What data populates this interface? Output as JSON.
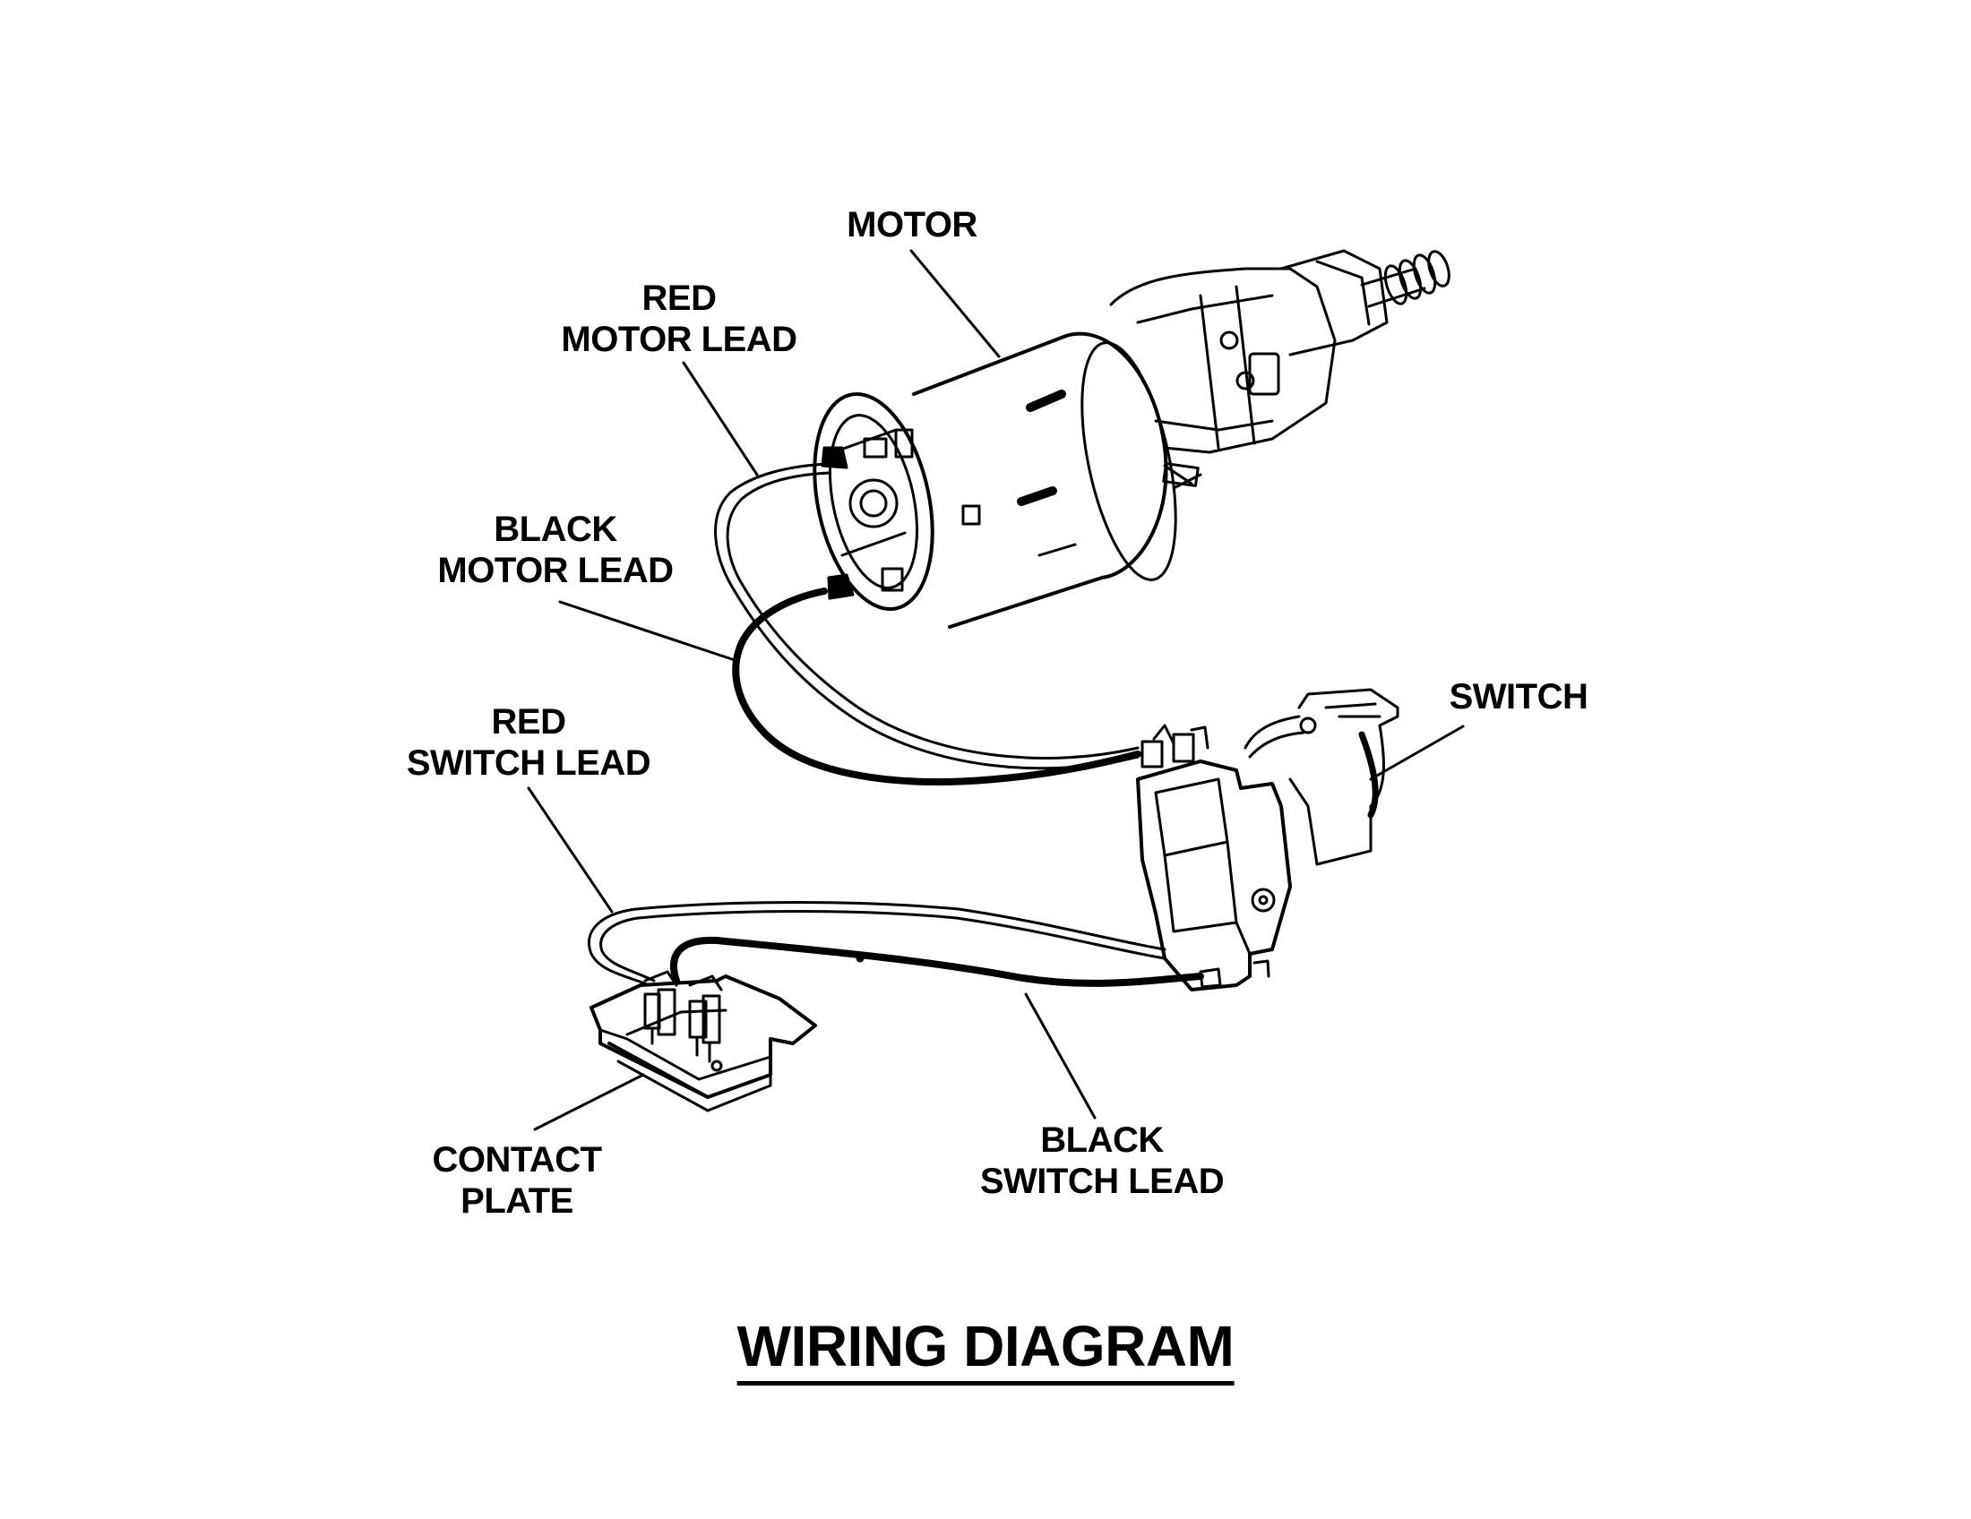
{
  "title": "WIRING DIAGRAM",
  "labels": {
    "motor": [
      "MOTOR"
    ],
    "red_motor_lead": [
      "RED",
      "MOTOR LEAD"
    ],
    "black_motor_lead": [
      "BLACK",
      "MOTOR LEAD"
    ],
    "switch": [
      "SWITCH"
    ],
    "red_switch_lead": [
      "RED",
      "SWITCH LEAD"
    ],
    "contact_plate": [
      "CONTACT",
      "PLATE"
    ],
    "black_switch_lead": [
      "BLACK",
      "SWITCH LEAD"
    ]
  },
  "colors": {
    "ink": "#000000",
    "background": "#ffffff"
  }
}
